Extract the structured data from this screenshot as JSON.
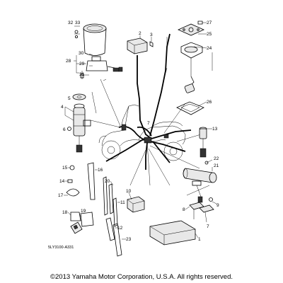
{
  "callouts": {
    "c1": "1",
    "c2": "2",
    "c3": "3",
    "c4": "4",
    "c5": "5",
    "c6": "6",
    "c7": "7",
    "c7b": "7",
    "c8": "8",
    "c9": "9",
    "c10": "10",
    "c11": "11",
    "c12": "12",
    "c13": "13",
    "c14": "14",
    "c15": "15",
    "c16": "16",
    "c17": "17",
    "c18": "18",
    "c19": "19",
    "c20": "20",
    "c21": "21",
    "c22": "22",
    "c23": "23",
    "c24": "24",
    "c25": "25",
    "c26": "26",
    "c27": "27",
    "c28": "28",
    "c29": "29",
    "c30": "30",
    "c31": "31",
    "c32": "32",
    "c33": "33"
  },
  "diagram_code": "5LY3100-A331",
  "copyright": "©2013 Yamaha Motor Corporation, U.S.A. All rights reserved."
}
